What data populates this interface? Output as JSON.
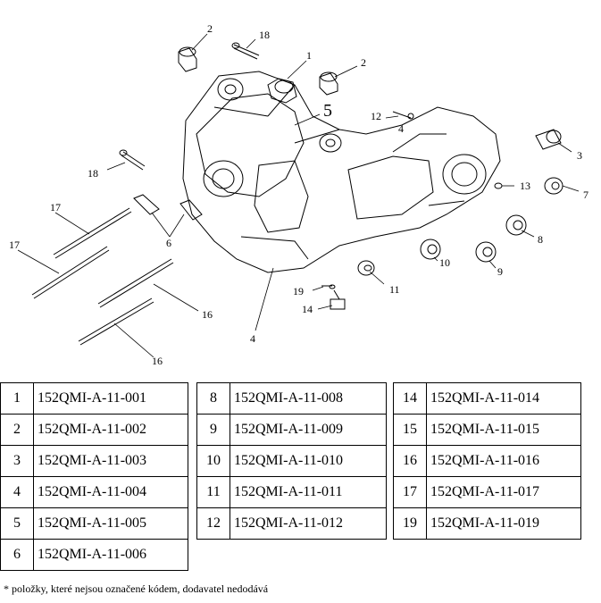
{
  "diagram": {
    "callouts": [
      "1",
      "2",
      "2",
      "3",
      "4",
      "5",
      "6",
      "7",
      "8",
      "9",
      "10",
      "11",
      "12",
      "13",
      "14",
      "15",
      "16",
      "16",
      "17",
      "17",
      "18",
      "18",
      "19"
    ]
  },
  "table": {
    "col1": [
      {
        "num": "1",
        "code": "152QMI-A-11-001"
      },
      {
        "num": "2",
        "code": "152QMI-A-11-002"
      },
      {
        "num": "3",
        "code": "152QMI-A-11-003"
      },
      {
        "num": "4",
        "code": "152QMI-A-11-004"
      },
      {
        "num": "5",
        "code": "152QMI-A-11-005"
      },
      {
        "num": "6",
        "code": "152QMI-A-11-006"
      }
    ],
    "col2": [
      {
        "num": "8",
        "code": "152QMI-A-11-008"
      },
      {
        "num": "9",
        "code": "152QMI-A-11-009"
      },
      {
        "num": "10",
        "code": "152QMI-A-11-010"
      },
      {
        "num": "11",
        "code": "152QMI-A-11-011"
      },
      {
        "num": "12",
        "code": "152QMI-A-11-012"
      }
    ],
    "col3": [
      {
        "num": "14",
        "code": "152QMI-A-11-014"
      },
      {
        "num": "15",
        "code": "152QMI-A-11-015"
      },
      {
        "num": "16",
        "code": "152QMI-A-11-016"
      },
      {
        "num": "17",
        "code": "152QMI-A-11-017"
      },
      {
        "num": "19",
        "code": "152QMI-A-11-019"
      }
    ]
  },
  "footnote": "* položky, které nejsou označené kódem, dodavatel nedodává"
}
